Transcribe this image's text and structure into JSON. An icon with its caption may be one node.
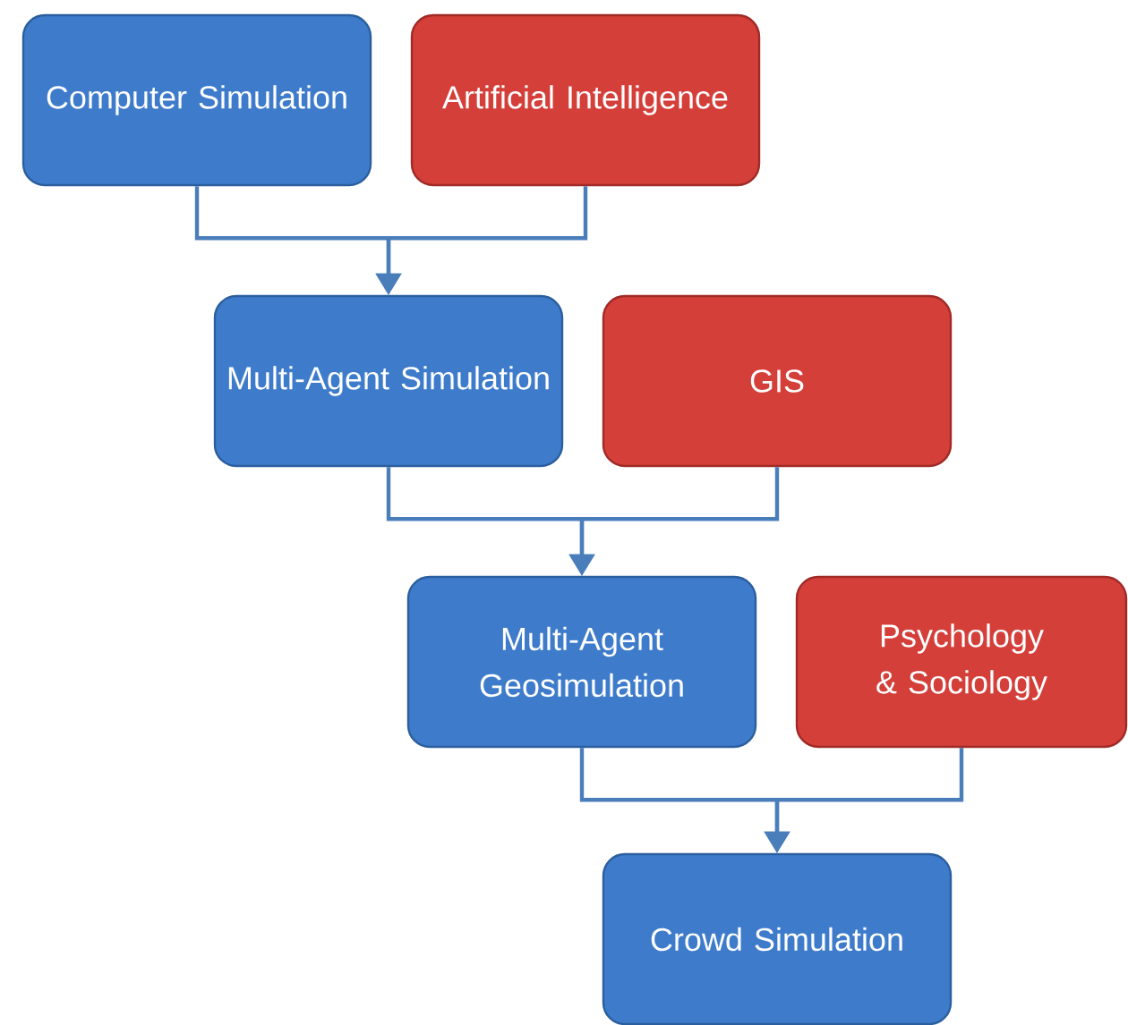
{
  "diagram": {
    "nodes": [
      {
        "text": [
          "Computer Simulation"
        ]
      },
      {
        "text": [
          "Artificial Intelligence"
        ]
      },
      {
        "text": [
          "Multi-Agent Simulation"
        ]
      },
      {
        "text": [
          "GIS"
        ]
      },
      {
        "text": [
          "Multi-Agent Geosimulation"
        ]
      },
      {
        "text": [
          "Psychology & Sociology"
        ]
      },
      {
        "text": [
          "Crowd Simulation"
        ]
      }
    ],
    "edges": [
      {
        "from": 0,
        "to": 2,
        "arrow": "to"
      },
      {
        "from": 1,
        "to": 2,
        "arrow": "to"
      },
      {
        "from": 2,
        "to": 4,
        "arrow": "to"
      },
      {
        "from": 3,
        "to": 4,
        "arrow": "to"
      },
      {
        "from": 4,
        "to": 6,
        "arrow": "to"
      },
      {
        "from": 5,
        "to": 6,
        "arrow": "to"
      }
    ]
  }
}
